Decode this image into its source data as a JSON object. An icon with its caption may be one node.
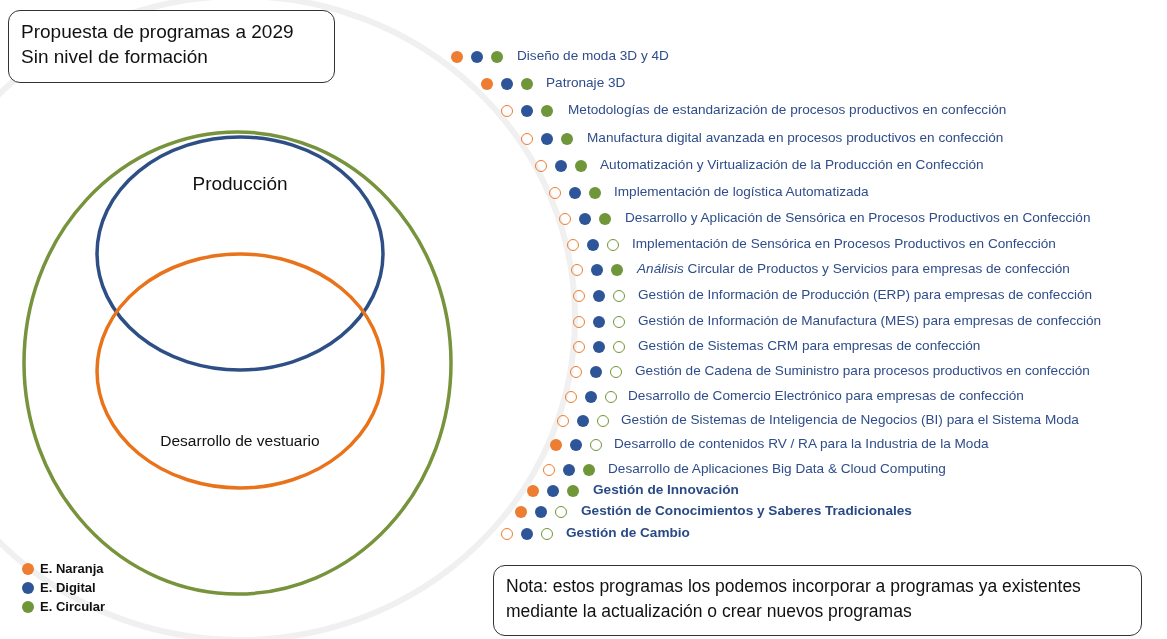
{
  "diagram": {
    "nodes": [
      {
        "text": [
          "Propuesta de programas a 2029",
          "Sin nivel de formación"
        ]
      },
      {
        "text": [],
        "shape": "circle"
      },
      {
        "text": [
          "Producción"
        ],
        "in": 1
      },
      {
        "text": [
          "Desarrollo de vestuario"
        ],
        "in": 1
      },
      {
        "text": [
          "Nota: estos programas los podemos incorporar a programas ya existentes mediante la actualización o crear nuevos programas"
        ]
      }
    ],
    "edges": [],
    "labels": [
      "Diseño de moda 3D y 4D",
      "Patronaje 3D",
      "Metodologías de estandarización de procesos productivos en confección",
      "Manufactura digital avanzada en procesos productivos en confección",
      "Automatización y Virtualización de la Producción en Confección",
      "Implementación de logística Automatizada",
      "Desarrollo y Aplicación de Sensórica en Procesos Productivos en Confección",
      "Implementación de Sensórica en Procesos Productivos en Confección",
      "*Análisis* Circular de Productos y Servicios para empresas de confección",
      "Gestión de Información de Producción (ERP) para empresas de confección",
      "Gestión de Información de Manufactura (MES) para empresas de confección",
      "Gestión de Sistemas CRM para empresas de confección",
      "Gestión de Cadena de Suministro para procesos productivos en confección",
      "Desarrollo de Comercio Electrónico para empresas de confección",
      "Gestión de Sistemas de Inteligencia de Negocios  (BI) para el Sistema Moda",
      "Desarrollo de contenidos RV / RA para la Industria de la Moda",
      "Desarrollo de Aplicaciones Big Data & Cloud Computing",
      "Gestión de Innovación",
      "Gestión de Conocimientos y Saberes Tradicionales",
      "Gestión de Cambio"
    ],
    "legend": [
      {
        "text": "E. Naranja",
        "color": "#ed7d31"
      },
      {
        "text": "E. Digital",
        "color": "#2e5597"
      },
      {
        "text": "E. Circular",
        "color": "#70963a"
      }
    ]
  }
}
